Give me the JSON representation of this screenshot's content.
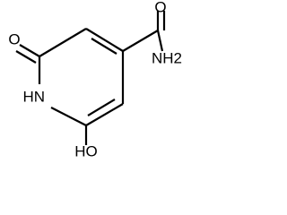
{
  "molecule": {
    "atoms": {
      "ring_carbonyl_oxygen": "O",
      "amide_oxygen": "O",
      "amide_nitrogen": "NH2",
      "ring_nitrogen": "HN",
      "hydroxyl": "HO"
    },
    "colors": {
      "bond": "#000000",
      "label": "#000000",
      "background": "#ffffff"
    }
  }
}
